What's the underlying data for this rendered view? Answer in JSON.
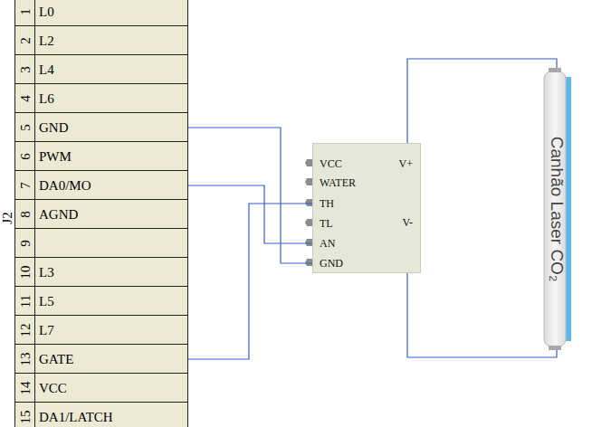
{
  "diagram": {
    "nodes": [
      {
        "text": [
          "J2"
        ]
      },
      {
        "text": [
          "1",
          "L0"
        ],
        "in": 0
      },
      {
        "text": [
          "2",
          "L2"
        ],
        "in": 0
      },
      {
        "text": [
          "3",
          "L4"
        ],
        "in": 0
      },
      {
        "text": [
          "4",
          "L6"
        ],
        "in": 0
      },
      {
        "text": [
          "5",
          "GND"
        ],
        "in": 0
      },
      {
        "text": [
          "6",
          "PWM"
        ],
        "in": 0
      },
      {
        "text": [
          "7",
          "DA0/MO"
        ],
        "in": 0
      },
      {
        "text": [
          "8",
          "AGND"
        ],
        "in": 0
      },
      {
        "text": [
          "9"
        ],
        "in": 0
      },
      {
        "text": [
          "10",
          "L3"
        ],
        "in": 0
      },
      {
        "text": [
          "11",
          "L5"
        ],
        "in": 0
      },
      {
        "text": [
          "12",
          "L7"
        ],
        "in": 0
      },
      {
        "text": [
          "13",
          "GATE"
        ],
        "in": 0
      },
      {
        "text": [
          "14",
          "VCC"
        ],
        "in": 0
      },
      {
        "text": [
          "15",
          "DA1/LATCH"
        ],
        "in": 0
      },
      {
        "text": [
          "VCC",
          "WATER",
          "TH",
          "TL",
          "AN",
          "GND",
          "V+",
          "V-"
        ]
      },
      {
        "text": [
          "Canhão Laser CO₂"
        ]
      }
    ],
    "edges": [
      {
        "from": 5,
        "to": 16,
        "arrow": "none"
      },
      {
        "from": 7,
        "to": 16,
        "arrow": "none"
      },
      {
        "from": 13,
        "to": 16,
        "arrow": "none"
      },
      {
        "from": 16,
        "to": 17,
        "arrow": "none"
      },
      {
        "from": 16,
        "to": 17,
        "arrow": "none"
      }
    ]
  }
}
